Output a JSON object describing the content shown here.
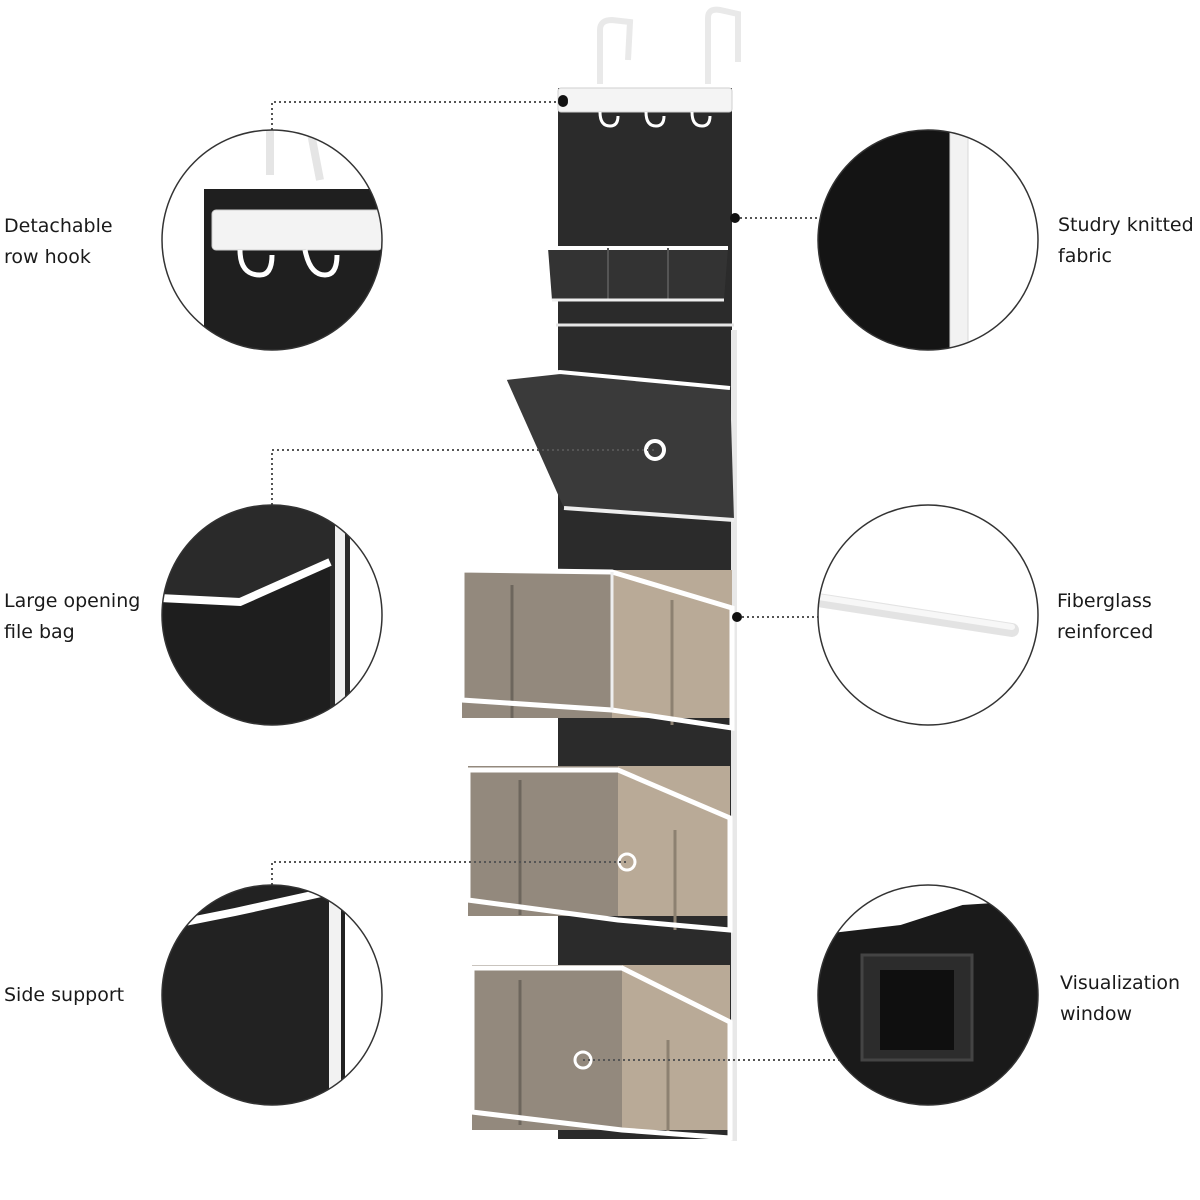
{
  "features": {
    "row_hook": {
      "label": "Detachable\nrow hook"
    },
    "fabric": {
      "label": "Studry knitted\nfabric"
    },
    "file_bag": {
      "label": "Large opening\nfile bag"
    },
    "fiberglass": {
      "label": "Fiberglass\nreinforced"
    },
    "side": {
      "label": "Side support"
    },
    "window": {
      "label": "Visualization\nwindow"
    }
  },
  "colors": {
    "fabric": "#2b2b2b",
    "fabric_dark": "#1c1c1c",
    "trim": "#ffffff",
    "box_tan": "#b9aa97",
    "window_tint": "#8c8478",
    "leader": "#555555"
  }
}
